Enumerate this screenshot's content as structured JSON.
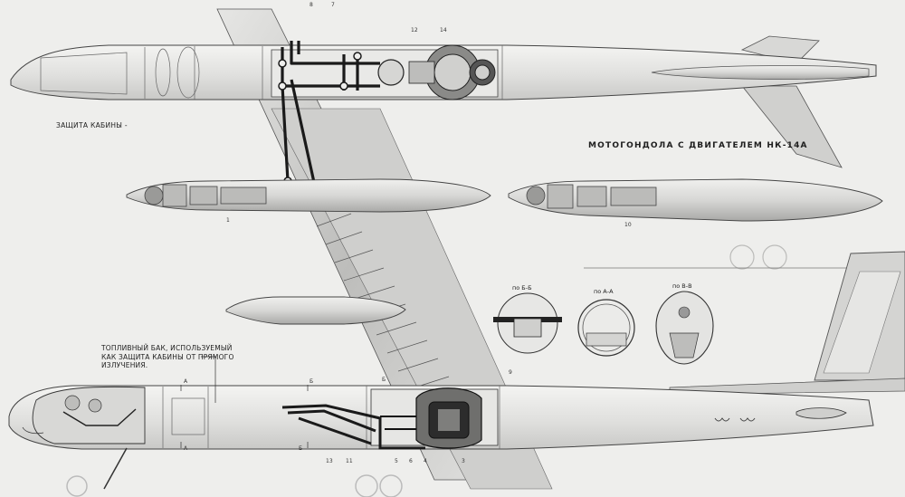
{
  "labels": {
    "cabin_protection": "защита кабины -",
    "nacelle_title": "мотогондола с двигателем нк-14а",
    "fuel_tank_line1": "топливный бак, используемый",
    "fuel_tank_line2": "как защита кабины от прямого",
    "fuel_tank_line3": "излучения."
  },
  "sections": {
    "b_b": "по Б-Б",
    "a_a": "по А-А",
    "v_v": "по В-В"
  },
  "callouts": {
    "c8": "8",
    "c7": "7",
    "c12": "12",
    "c14": "14",
    "c1": "1",
    "c10": "10",
    "c9": "9",
    "a_top": "А",
    "a_bottom": "А",
    "b_top": "Б",
    "b_bottom": "Б",
    "b_mid": "Б",
    "c13": "13",
    "c11": "11",
    "c5": "5",
    "c6": "6",
    "c4": "4",
    "c3": "3"
  },
  "colors": {
    "paper": "#eeeeec",
    "ink": "#1e1e1e",
    "fuselage": "#e2e2e0",
    "wing": "#d6d6d4"
  }
}
